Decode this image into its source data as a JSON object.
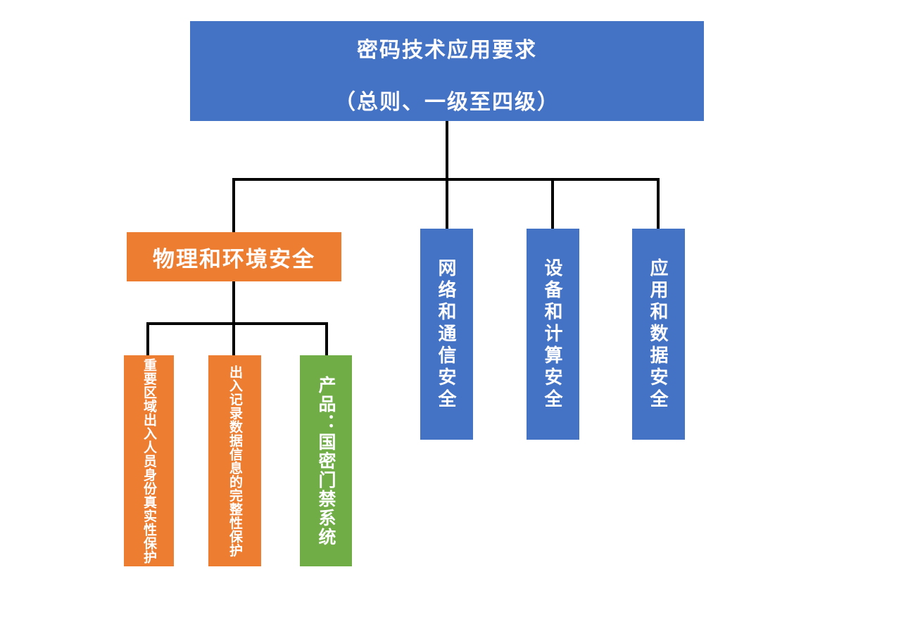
{
  "colors": {
    "blue": "#4472C4",
    "orange": "#ED7D31",
    "green": "#70AD47",
    "line": "#000000"
  },
  "root": {
    "line1": "密码技术应用要求",
    "line2": "（总则、一级至四级）"
  },
  "branches": {
    "physical": {
      "label": "物理和环境安全"
    },
    "network": {
      "label": "网络和通信安全"
    },
    "device": {
      "label": "设备和计算安全"
    },
    "application": {
      "label": "应用和数据安全"
    }
  },
  "physical_children": {
    "identity": {
      "label": "重要区域出入人员身份真实性保护"
    },
    "record": {
      "label": "出入记录数据信息的完整性保护"
    },
    "product": {
      "label": "产品：国密门禁系统"
    }
  }
}
